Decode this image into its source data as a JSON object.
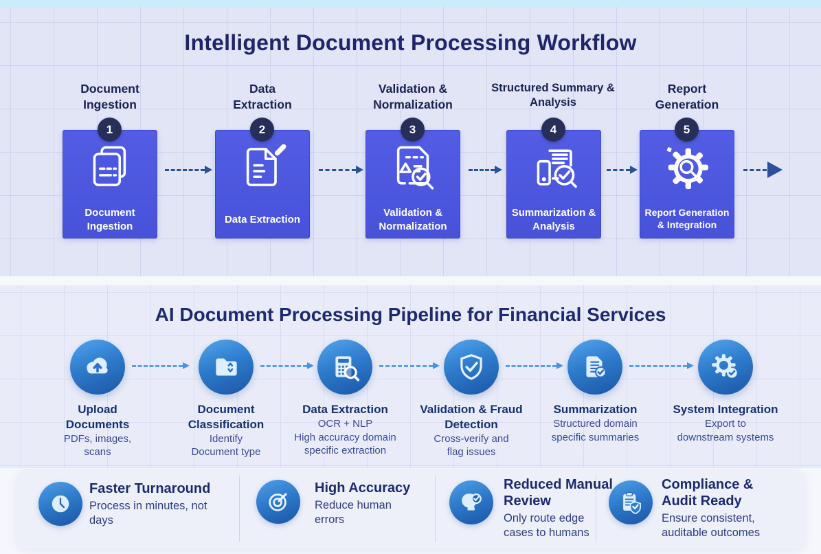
{
  "workflow": {
    "title": "Intelligent Document Processing Workflow",
    "steps": [
      {
        "number": "1",
        "top_label": "Document Ingestion",
        "box_label": "Document Ingestion",
        "icon": "stacked-documents-icon"
      },
      {
        "number": "2",
        "top_label": "Data Extraction",
        "box_label": "Data Extraction",
        "icon": "document-edit-icon"
      },
      {
        "number": "3",
        "top_label": "Validation & Normalization",
        "box_label": "Validation & Normalization",
        "icon": "document-check-magnifier-icon"
      },
      {
        "number": "4",
        "top_label": "Structured Summary & Analysis",
        "box_label": "Summarization & Analysis",
        "icon": "devices-magnifier-icon"
      },
      {
        "number": "5",
        "top_label": "Report Generation",
        "box_label": "Report Generation & Integration",
        "icon": "gear-magnifier-icon"
      }
    ]
  },
  "pipeline": {
    "title": "AI Document Processing Pipeline for Financial Services",
    "stages": [
      {
        "title": "Upload Documents",
        "subtitle": "",
        "description": "PDFs, images, scans",
        "icon": "cloud-upload-icon"
      },
      {
        "title": "Document Classification",
        "subtitle": "",
        "description": "Identify Document type",
        "icon": "folder-icon"
      },
      {
        "title": "Data Extraction",
        "subtitle": "OCR + NLP",
        "description": "High accuracy domain specific extraction",
        "icon": "calculator-magnifier-icon"
      },
      {
        "title": "Validation & Fraud Detection",
        "subtitle": "",
        "description": "Cross-verify and flag issues",
        "icon": "shield-check-icon"
      },
      {
        "title": "Summarization",
        "subtitle": "",
        "description": "Structured domain specific summaries",
        "icon": "document-check-icon"
      },
      {
        "title": "System Integration",
        "subtitle": "",
        "description": "Export to downstream systems",
        "icon": "gears-check-icon"
      }
    ]
  },
  "benefits": [
    {
      "title": "Faster Turnaround",
      "description": "Process in minutes, not days",
      "icon": "clock-icon"
    },
    {
      "title": "High Accuracy",
      "description": "Reduce human errors",
      "icon": "target-icon"
    },
    {
      "title": "Reduced Manual Review",
      "description": "Only route edge cases to humans",
      "icon": "head-check-icon"
    },
    {
      "title": "Compliance & Audit Ready",
      "description": "Ensure consistent, auditable outcomes",
      "icon": "clipboard-shield-icon"
    }
  ],
  "colors": {
    "step_box": "#4C57E0",
    "step_badge": "#272E58",
    "title_navy": "#1F2566",
    "workflow_arrow": "#2A5190",
    "pipeline_arrow": "#5B9CE6",
    "circle_gradient_start": "#54A5EC",
    "circle_gradient_end": "#1B56A6",
    "top_strip": "#C9EDFB",
    "panel_bg": "#EDF0F9"
  }
}
